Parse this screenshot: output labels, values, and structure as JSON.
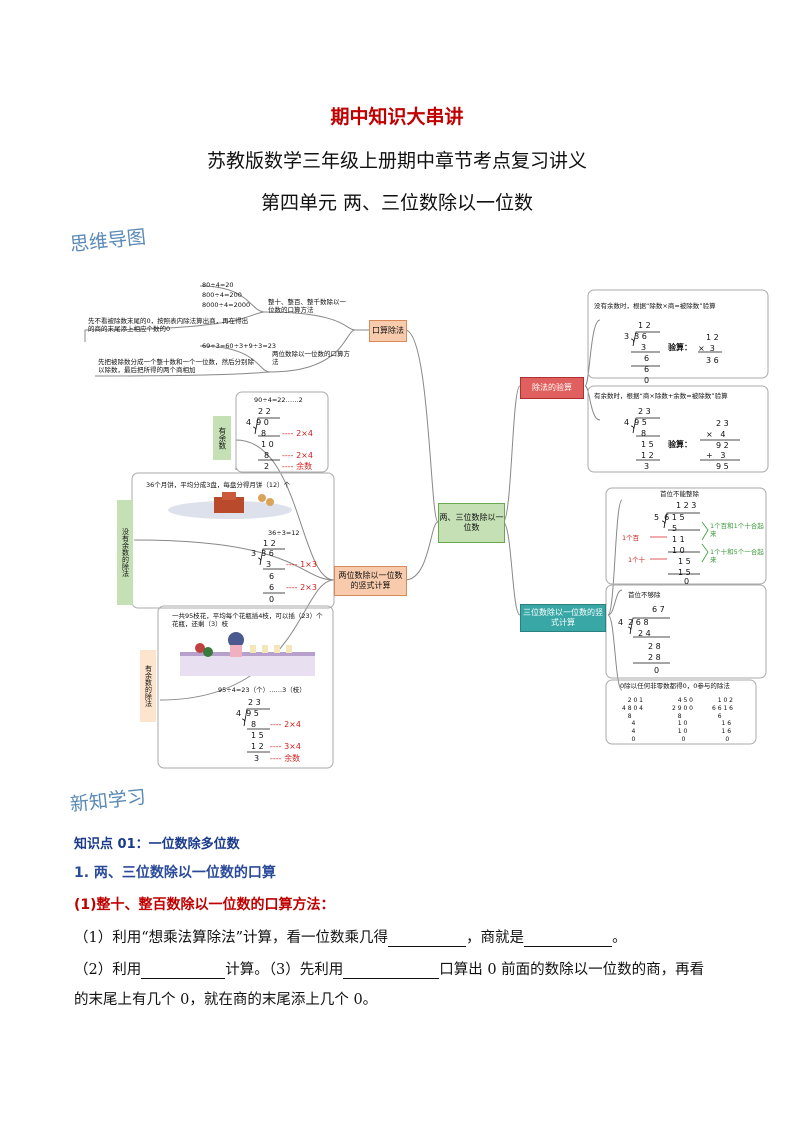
{
  "header": {
    "title": "期中知识大串讲",
    "subtitle": "苏教版数学三年级上册期中章节考点复习讲义",
    "unit": "第四单元  两、三位数除以一位数"
  },
  "sections": {
    "mindmap": "思维导图",
    "newlearn": "新知学习"
  },
  "mindmap": {
    "center": "两、三位数除以一位数",
    "oral": "口算除法",
    "oral_sub1": "整十、整百、整千数除以一位数的口算方法",
    "oral_sub2": "两位数除以一位数的口算方法",
    "oral_calc1": [
      "80÷4=20",
      "800÷4=200",
      "8000÷4=2000"
    ],
    "oral_note1": "先不看被除数末尾的0，按照表内除法算出商，再在得出的商的末尾添上相应个数的0",
    "oral_calc2": "69÷3=60÷3+9÷3=23",
    "oral_note2": "先把被除数分成一个整十数和一个一位数，然后分别除以除数，最后把所得的两个商相加",
    "vertical2": "两位数除以一位数的竖式计算",
    "remainder": "有余数",
    "rem_calc": "90÷4=22……2",
    "no_rem_label": "没有余数的除法",
    "no_rem_text": "36个月饼，平均分成3盘，每盘分得月饼（12）个",
    "no_rem_calc": "36÷3=12",
    "rem_label2": "有余数的除法",
    "rem_text2": "一共95枝花，平均每个花瓶插4枝，可以插（23）个花瓶，还剩（3）枝",
    "rem_calc2": "95÷4=23（个）……3（枝）",
    "check": "除法的验算",
    "check_note1": "没有余数时，根据“除数×商=被除数”验算",
    "check_note2": "有余数时，根据“商×除数+余数=被除数”验算",
    "check_label": "验算：",
    "vertical3": "三位数除以一位数的竖式计算",
    "first_ok": "首位不能整除",
    "first_not": "首位不够除",
    "zero_note": "0除以任何非零数都得0，0参与的除法",
    "notes": {
      "hundreds": "1个百和1个十合起来",
      "tens": "1个十和5个一合起来",
      "one_hundred": "1个百",
      "one_ten": "1个十",
      "x2x4": "2×4",
      "x1x3": "1×3",
      "x2x3": "2×3",
      "x3x4": "3×4",
      "rem": "余数"
    }
  },
  "content": {
    "kp1": "知识点 01：一位数除多位数",
    "h1": "1. 两、三位数除以一位数的口算",
    "h2": "(1)整十、整百数除以一位数的口算方法：",
    "p1a": "（1）利用“想乘法算除法”计算，看一位数乘几得",
    "p1b": "，商就是",
    "p1c": "。",
    "p2a": "（2）利用",
    "p2b": "计算。（3）先利用",
    "p2c": "口算出 0 前面的数除以一位数的商，再看",
    "p3": "的末尾上有几个 0，就在商的末尾添上几个 0。"
  },
  "colors": {
    "title_red": "#c00000",
    "section_blue": "#5a8ab6",
    "box_orange": "#f4b183",
    "box_green": "#c5e0b4",
    "box_teal": "#3aa7a7",
    "box_red": "#e06060",
    "box_peach": "#f8cbad"
  }
}
